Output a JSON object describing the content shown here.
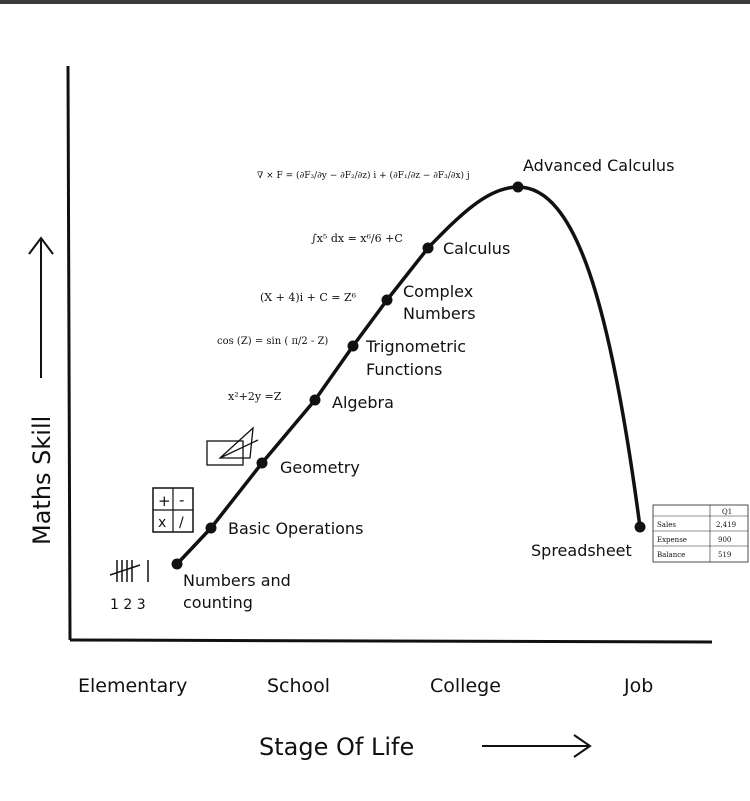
{
  "x_axis": {
    "label": "Stage Of Life",
    "stages": [
      "Elementary",
      "School",
      "College",
      "Job"
    ]
  },
  "y_axis": {
    "label": "Maths Skill"
  },
  "milestones": [
    {
      "label": "Numbers and",
      "label2": "counting"
    },
    {
      "label": "Basic Operations"
    },
    {
      "label": "Geometry"
    },
    {
      "label": "Algebra"
    },
    {
      "label": "Trignometric",
      "label2": "Functions"
    },
    {
      "label": "Complex",
      "label2": "Numbers"
    },
    {
      "label": "Calculus"
    },
    {
      "label": "Advanced Calculus"
    },
    {
      "label": "Spreadsheet"
    }
  ],
  "doodles": {
    "tally_digits": "1 2 3",
    "ops": [
      "+",
      "-",
      "x",
      "/"
    ],
    "algebra_formula": "x²+2y =Z",
    "trig_formula": "cos (Z) = sin ( π/2 - Z)",
    "complex_formula": "(X + 4)i + C = Z⁶",
    "calculus_formula": "∫x⁵ dx = x⁶/6 +C",
    "curl_formula": "∇ × F = (∂F₃/∂y − ∂F₂/∂z) i + (∂F₁/∂z − ∂F₃/∂x) j"
  },
  "spreadsheet": {
    "header": "Q1",
    "rows": [
      {
        "label": "Sales",
        "value": "2,419"
      },
      {
        "label": "Expense",
        "value": "900"
      },
      {
        "label": "Balance",
        "value": "519"
      }
    ]
  }
}
